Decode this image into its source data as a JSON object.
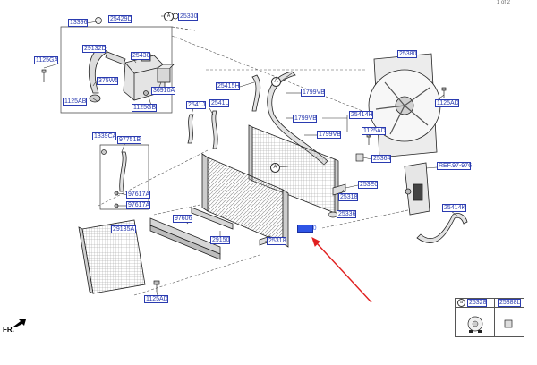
{
  "page_indicator": "1 of 2",
  "front_label": "FR.",
  "colors": {
    "label_border": "#2a3bb0",
    "highlight": "#2f55e6",
    "arrow": "#e02020",
    "line": "#333333"
  },
  "callouts": {
    "a": "A",
    "legend_a": "a"
  },
  "labels": {
    "p13396": "13396",
    "p25429d": "25429D",
    "p25330": "25330",
    "p1125ga": "1125GA",
    "p29132d": "29132D",
    "p25430": "25430",
    "p375w5": "375W5",
    "p1125ab": "1125AB",
    "p36910a": "36910A",
    "p1125gb": "1125GB",
    "p25415h": "25415H",
    "p1799vb_a": "1799VB",
    "p25414h": "25414H",
    "p1799vb_b": "1799VB",
    "p1799vb_c": "1799VB",
    "p25380": "25380",
    "p1125ad_a": "1125AD",
    "p1125ad_b": "1125AD",
    "p2541j": "2541J",
    "p2541l": "2541L",
    "p25364": "25364",
    "p1339ca": "1339CA",
    "p97751b": "97751B",
    "ref": "REF.97-976",
    "p25318_a": "25318",
    "p253e0": "253E0",
    "p97617a_a": "97617A",
    "p97617a_b": "97617A",
    "p25336": "25336",
    "p25414k": "25414K",
    "p97606": "97606",
    "p29135a": "29135A",
    "p29150": "29150",
    "p25318_b": "25318",
    "highlighted": "25310",
    "p1125ad_c": "1125AD",
    "legend_p1": "25328",
    "legend_p2": "25388L"
  }
}
